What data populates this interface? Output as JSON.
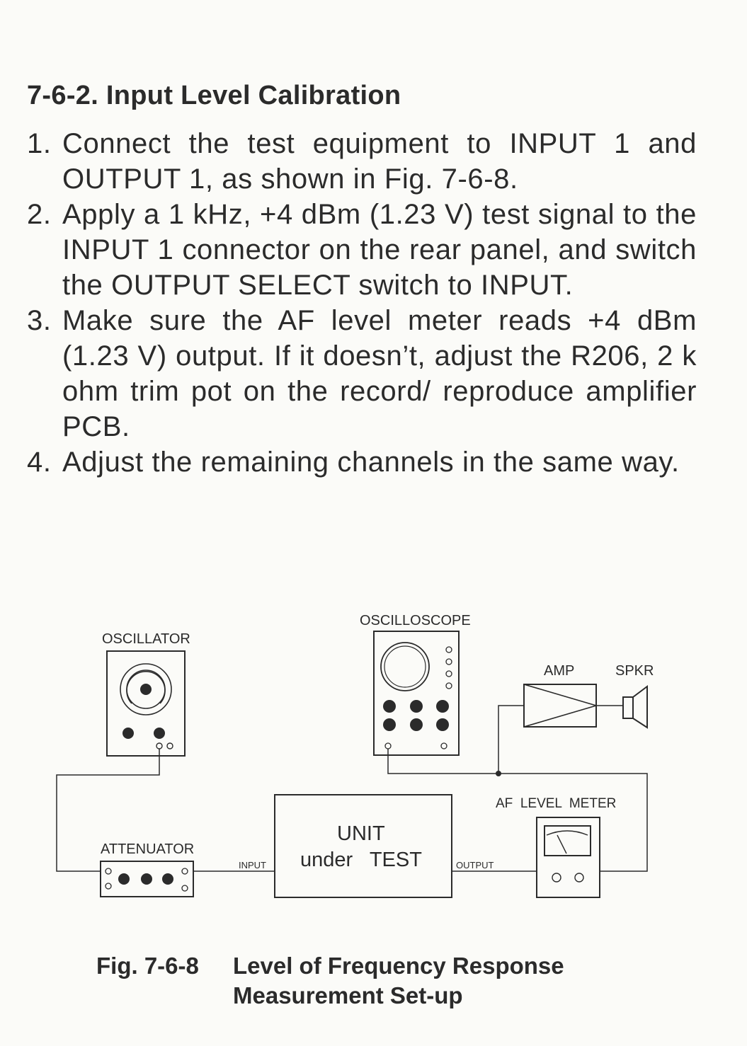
{
  "section": {
    "title": "7-6-2. Input Level Calibration"
  },
  "steps": [
    {
      "num": "1.",
      "text": "Connect the test equipment to INPUT 1 and OUTPUT 1, as shown in Fig. 7-6-8."
    },
    {
      "num": "2.",
      "text": "Apply a 1 kHz, +4 dBm (1.23 V) test signal to the INPUT 1 connector on the rear panel, and switch the OUTPUT SELECT switch to INPUT."
    },
    {
      "num": "3.",
      "text": "Make sure the AF level meter reads +4 dBm (1.23 V) output. If it doesn’t, adjust the R206, 2 k ohm trim pot on the record/ reproduce amplifier PCB."
    },
    {
      "num": "4.",
      "text": "Adjust the remaining channels in the same way."
    }
  ],
  "diagram": {
    "oscillator": "OSCILLATOR",
    "oscilloscope": "OSCILLOSCOPE",
    "amp": "AMP",
    "spkr": "SPKR",
    "attenuator": "ATTENUATOR",
    "input": "INPUT",
    "unit_line1": "UNIT",
    "unit_line2": "under   TEST",
    "output": "OUTPUT",
    "af_meter": "AF  LEVEL  METER"
  },
  "caption": {
    "fig_num": "Fig. 7-6-8",
    "line1": "Level of Frequency Response",
    "line2": "Measurement Set-up"
  }
}
